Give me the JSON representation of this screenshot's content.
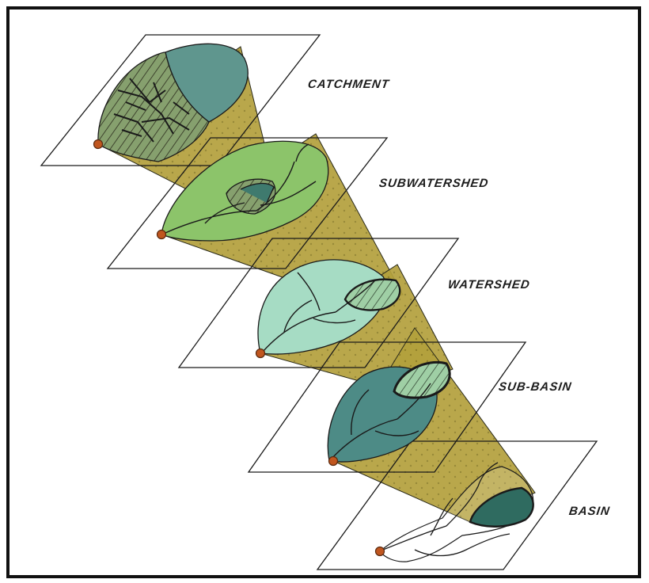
{
  "levels": [
    {
      "id": "catchment",
      "label": "CATCHMENT"
    },
    {
      "id": "subwatershed",
      "label": "SUBWATERSHED"
    },
    {
      "id": "watershed",
      "label": "WATERSHED"
    },
    {
      "id": "sub-basin",
      "label": "SUB-BASIN"
    },
    {
      "id": "basin",
      "label": "BASIN"
    }
  ],
  "colors": {
    "frame": "#111111",
    "connector_fill": "#b6a23a",
    "catchment_teal": "#5f968e",
    "catchment_hatch": "#7f9a6c",
    "subwatershed_green": "#8cc46a",
    "watershed_mint": "#a6dcc4",
    "subbasin_teal": "#4d8b86",
    "basin_dark": "#2f6b60",
    "outlet_point": "#c0561f"
  }
}
